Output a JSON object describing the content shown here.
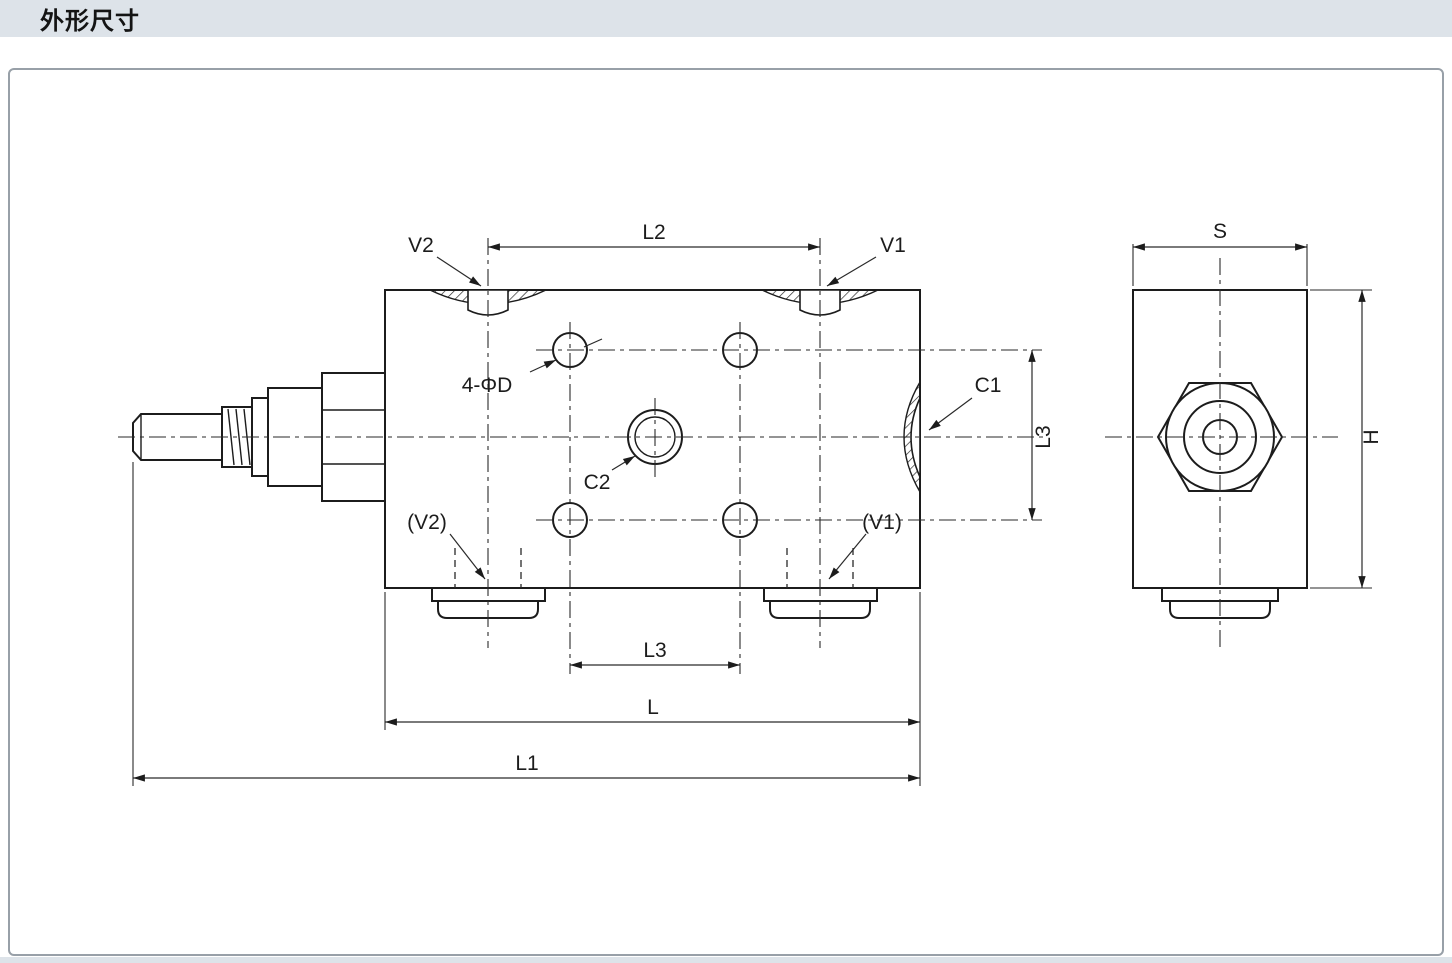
{
  "header": {
    "title": "外形尺寸"
  },
  "labels": {
    "v2_top": "V2",
    "l2": "L2",
    "v1_top": "V1",
    "s": "S",
    "hole_callout": "4-ΦD",
    "c1": "C1",
    "l3_right": "L3",
    "c2": "C2",
    "v2_bottom": "(V2)",
    "v1_bottom": "(V1)",
    "l3_bottom": "L3",
    "l": "L",
    "l1": "L1",
    "h": "H"
  },
  "colors": {
    "header_bg": "#dde3e9",
    "frame_border": "#98a0a8",
    "line": "#1c1c1c"
  }
}
